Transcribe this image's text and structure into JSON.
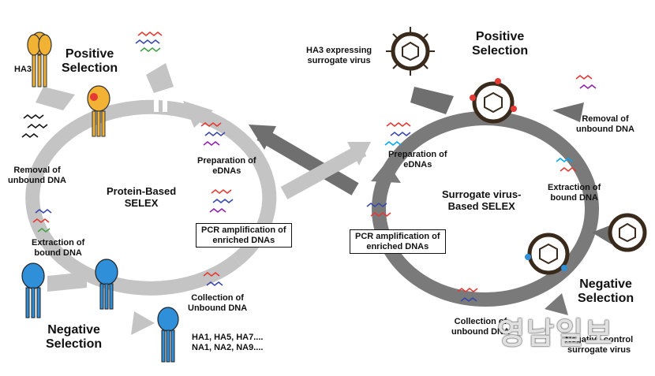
{
  "left_panel": {
    "antigen_label": "HA3",
    "positive_selection": "Positive\nSelection",
    "negative_selection": "Negative\nSelection",
    "removal": "Removal of\nunbound DNA",
    "extraction": "Extraction of\nbound DNA",
    "center": "Protein-Based\nSELEX",
    "preparation": "Preparation of\neDNAs",
    "pcr": "PCR amplification of\nenriched DNAs",
    "collection": "Collection of\nUnbound DNA",
    "counter_targets": "HA1, HA5, HA7....\nNA1, NA2, NA9...."
  },
  "right_panel": {
    "virus_label": "HA3 expressing\nsurrogate virus",
    "positive_selection": "Positive\nSelection",
    "removal": "Removal of\nunbound DNA",
    "preparation": "Preparation of\neDNAs",
    "center": "Surrogate virus-\nBased SELEX",
    "extraction": "Extraction of\nbound DNA",
    "pcr": "PCR amplification of\nenriched DNAs",
    "negative_selection": "Negative\nSelection",
    "collection": "Collection of\nunbound DNA",
    "negative_control": "Negative control\nsurrogate virus"
  },
  "watermark": "영남일보",
  "colors": {
    "loop_left": "#bdbdbd",
    "loop_right": "#7a7a7a",
    "ha3_yellow": "#f2b233",
    "ha_blue": "#2f8fd8",
    "virus_dark": "#3a2a1c"
  },
  "icons": [
    "ha3-protein-icon",
    "virus-icon",
    "dna-strands-icon",
    "blue-protein-icon"
  ]
}
